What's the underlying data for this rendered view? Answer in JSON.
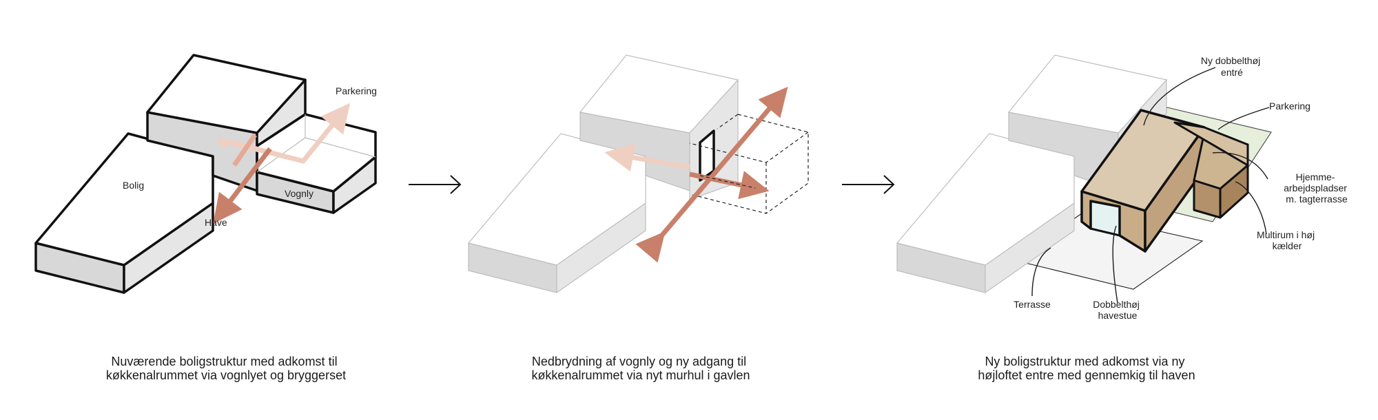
{
  "panels": [
    {
      "labels": {
        "parking": "Parkering",
        "dwelling": "Bolig",
        "carport": "Vognly",
        "garden": "Have"
      },
      "caption": [
        "Nuværende boligstruktur med adkomst til",
        "køkkenalrummet via vognlyet og bryggerset"
      ]
    },
    {
      "caption": [
        "Nedbrydning af vognly og ny adgang til",
        "køkkenalrummet via nyt murhul i gavlen"
      ]
    },
    {
      "labels": {
        "entrance": [
          "Ny dobbelthøj",
          "entré"
        ],
        "parking": "Parkering",
        "workspace": [
          "Hjemme-",
          "arbejdspladser",
          "m. tagterrasse"
        ],
        "multiroom": [
          "Multirum i høj",
          "kælder"
        ],
        "terrace": "Terrasse",
        "gardenroom": [
          "Dobbelthøj",
          "havestue"
        ]
      },
      "caption": [
        "Ny boligstruktur med adkomst via ny",
        "højloftet entre med gennemkig til haven"
      ]
    }
  ],
  "colors": {
    "arrow": "#c8806a",
    "arrow_faded": "#efcfc1",
    "volume_top": "#ffffff",
    "volume_side": "#d8d8d8",
    "volume_shadow": "#e6e6e6",
    "new_volume_top": "#dbc9b0",
    "new_volume_side": "#c1a27e",
    "parking_zone": "#e6eedc",
    "glass": "#e4f3f2",
    "terrace_zone": "#f4f4f4"
  }
}
